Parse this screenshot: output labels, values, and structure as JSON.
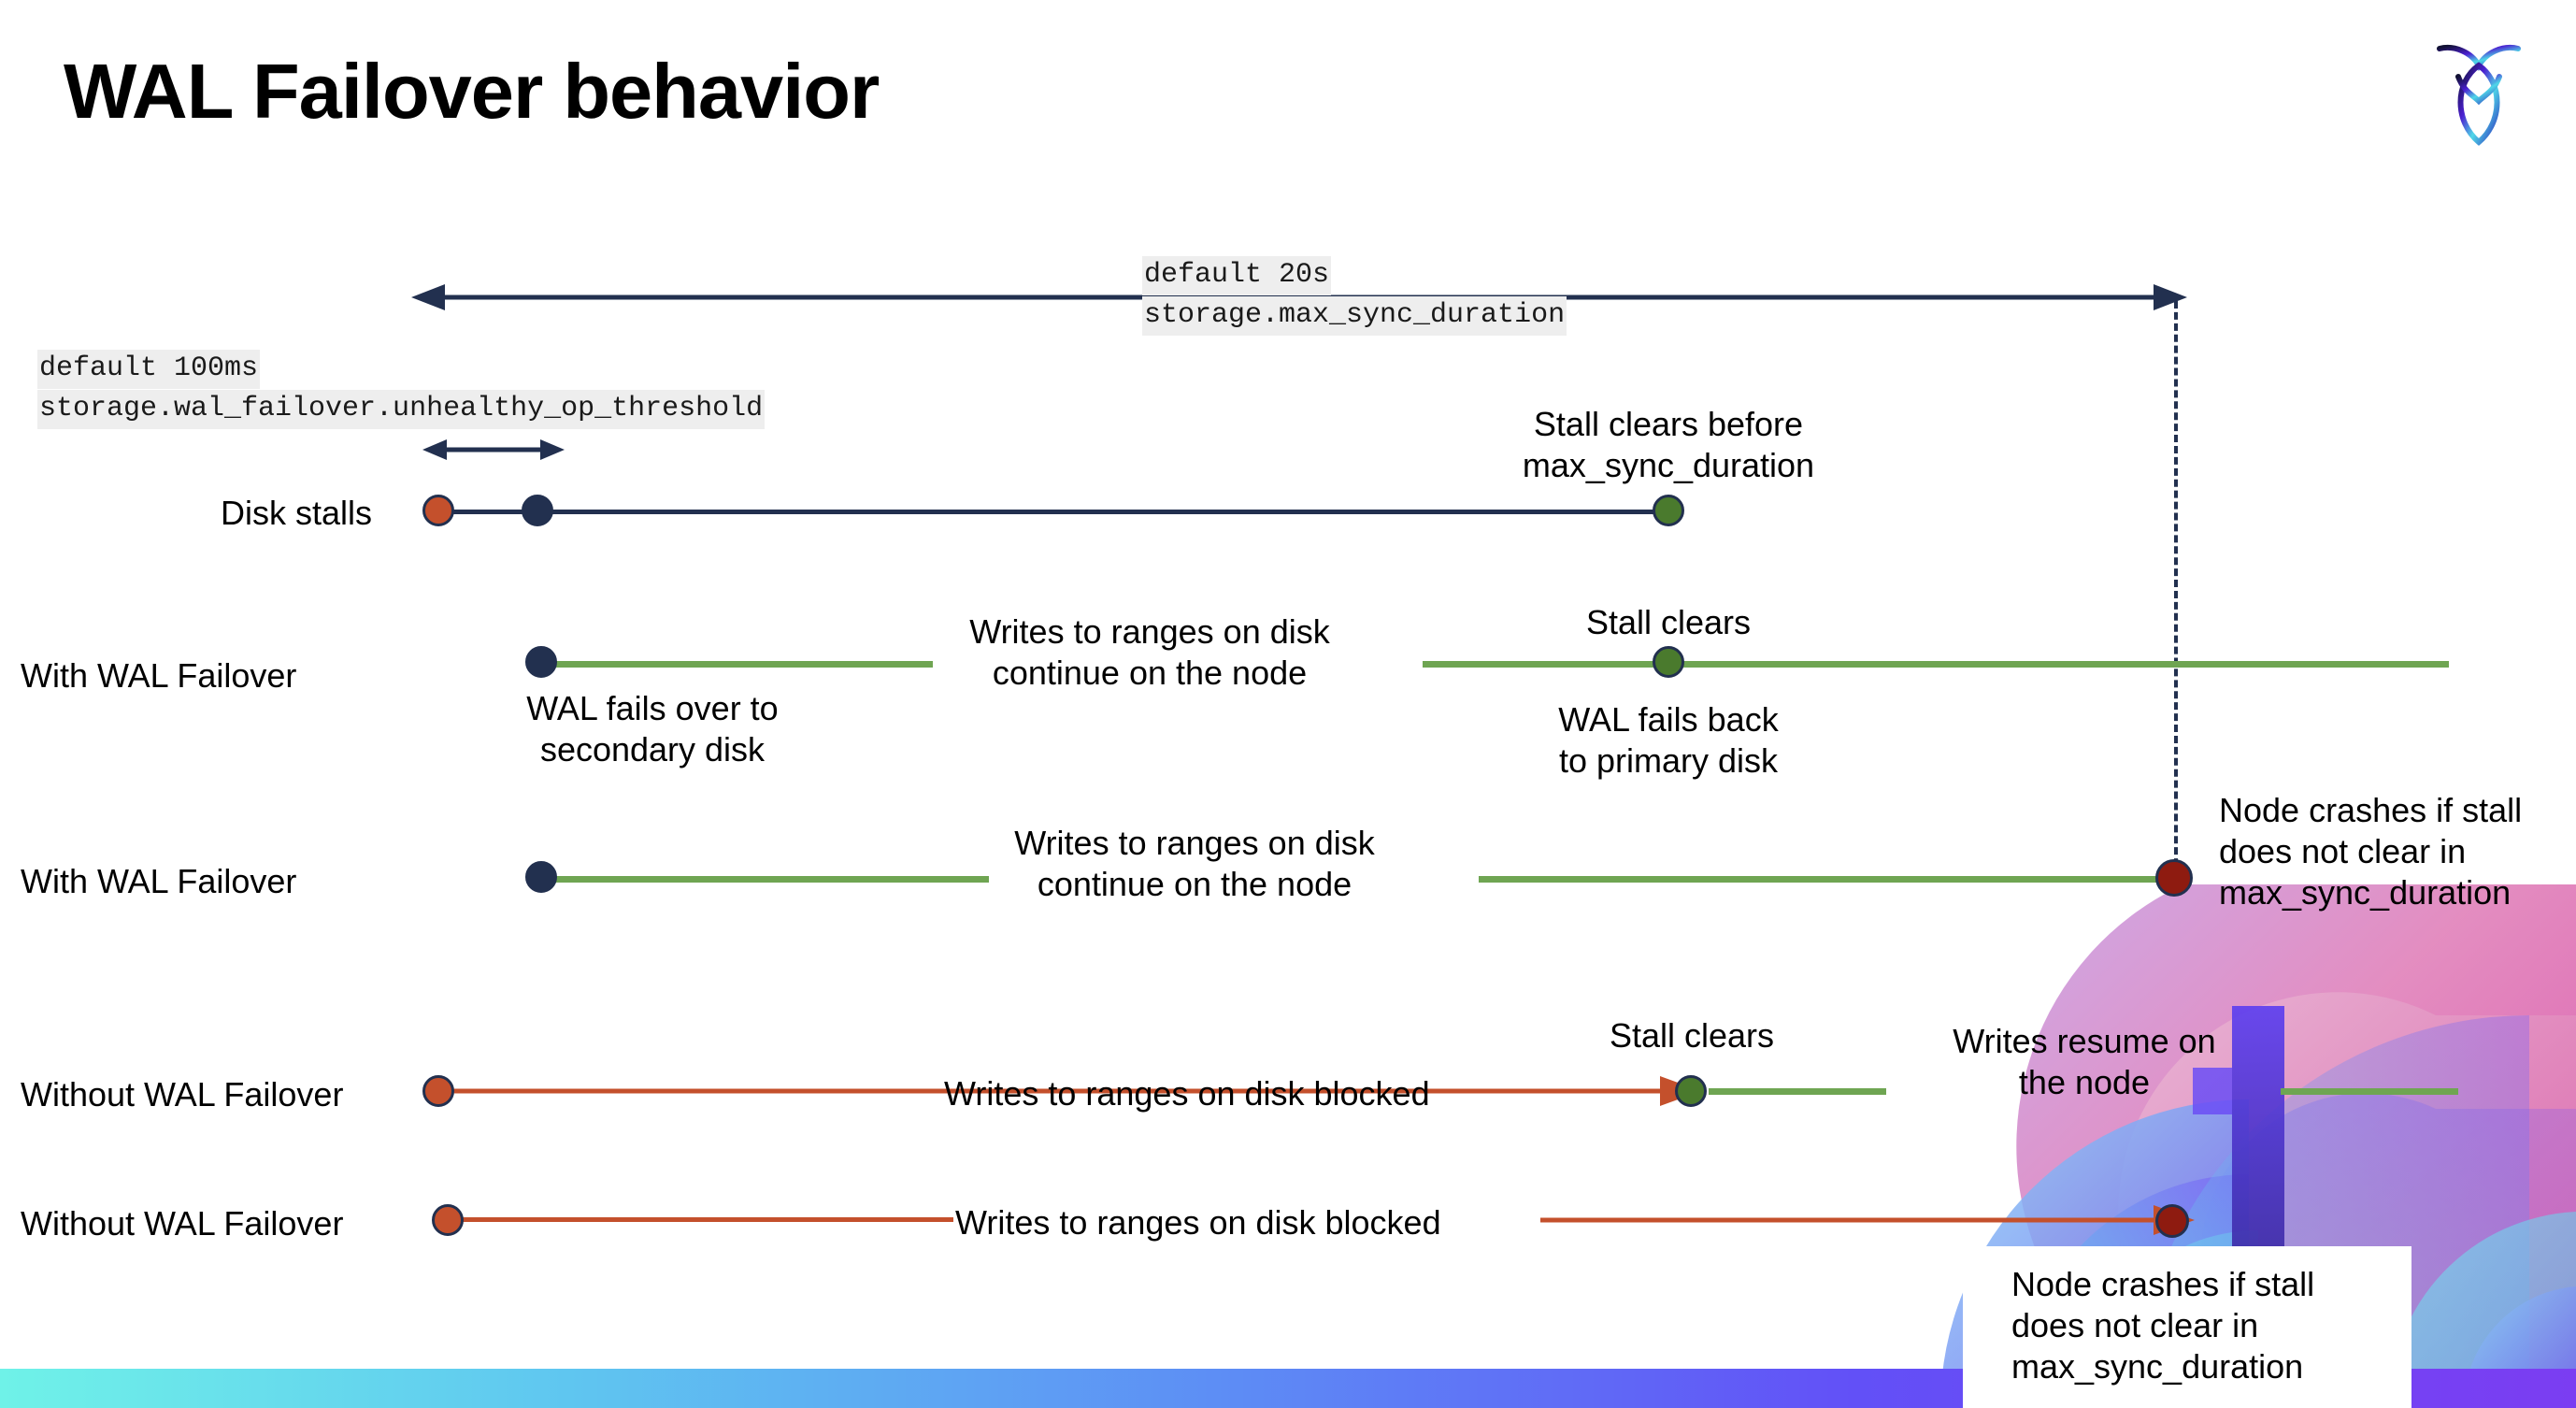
{
  "slide": {
    "title": "WAL Failover behavior",
    "logo_name": "cockroachdb-logo"
  },
  "settings": [
    {
      "id": "max-sync-duration",
      "default_line": "default 20s",
      "setting_line": "storage.max_sync_duration"
    },
    {
      "id": "unhealthy-op-threshold",
      "default_line": "default 100ms",
      "setting_line": "storage.wal_failover.unhealthy_op_threshold"
    }
  ],
  "rows": [
    {
      "id": "disk-stalls",
      "label": "Disk stalls",
      "annotations": [
        "Stall clears before\nmax_sync_duration"
      ]
    },
    {
      "id": "with-wal-failover-1",
      "label": "With WAL Failover",
      "annotations": [
        "WAL fails over to\nsecondary disk",
        "Writes to ranges on disk\ncontinue on the node",
        "Stall clears",
        "WAL fails  back\nto primary disk"
      ]
    },
    {
      "id": "with-wal-failover-2",
      "label": "With WAL Failover",
      "annotations": [
        "Writes to ranges on disk\ncontinue on the node",
        "Node crashes if stall\ndoes not clear in\nmax_sync_duration"
      ]
    },
    {
      "id": "without-wal-failover-1",
      "label": "Without WAL Failover",
      "annotations": [
        "Writes to ranges on disk  blocked",
        "Stall clears",
        "Writes resume on\nthe node"
      ]
    },
    {
      "id": "without-wal-failover-2",
      "label": "Without WAL Failover",
      "annotations": [
        "Writes to ranges on disk  blocked",
        "Node crashes if stall\ndoes not clear in\nmax_sync_duration"
      ]
    }
  ],
  "colors": {
    "navy": "#22304f",
    "green_line": "#6fa552",
    "green_dot": "#4a7a2d",
    "red_line": "#c4502c",
    "red_dot": "#c4502c",
    "dark_red_dot": "#8e1b10",
    "code_bg": "#eeeeee",
    "band_start": "#6ff2e8",
    "band_end": "#7b3df2"
  }
}
